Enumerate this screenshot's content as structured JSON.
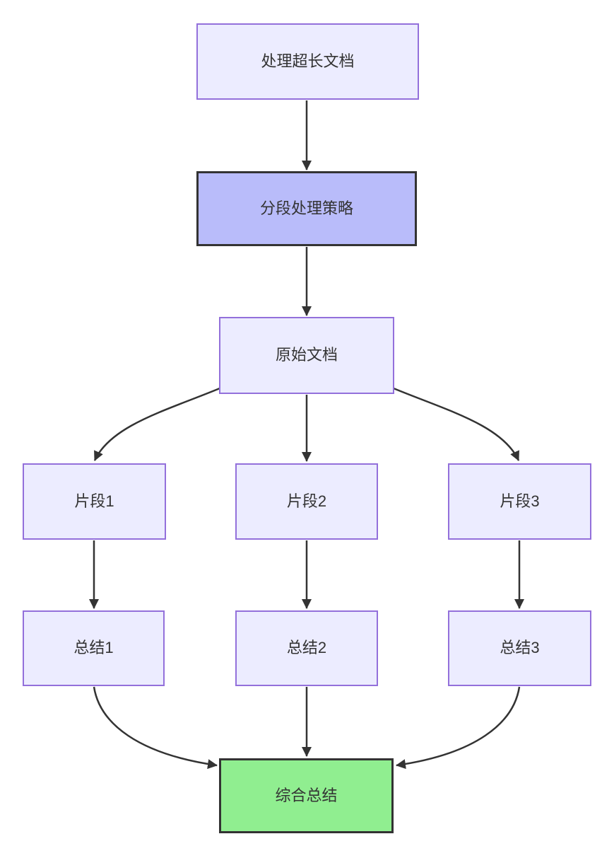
{
  "diagram": {
    "type": "flowchart",
    "direction": "top-down",
    "nodes": [
      {
        "id": "A",
        "label": "处理超长文档",
        "style": "default"
      },
      {
        "id": "B",
        "label": "分段处理策略",
        "style": "highlight-purple"
      },
      {
        "id": "C",
        "label": "原始文档",
        "style": "default"
      },
      {
        "id": "D1",
        "label": "片段1",
        "style": "default"
      },
      {
        "id": "D2",
        "label": "片段2",
        "style": "default"
      },
      {
        "id": "D3",
        "label": "片段3",
        "style": "default"
      },
      {
        "id": "E1",
        "label": "总结1",
        "style": "default"
      },
      {
        "id": "E2",
        "label": "总结2",
        "style": "default"
      },
      {
        "id": "E3",
        "label": "总结3",
        "style": "default"
      },
      {
        "id": "F",
        "label": "综合总结",
        "style": "highlight-green"
      }
    ],
    "edges": [
      {
        "from": "A",
        "to": "B"
      },
      {
        "from": "B",
        "to": "C"
      },
      {
        "from": "C",
        "to": "D1"
      },
      {
        "from": "C",
        "to": "D2"
      },
      {
        "from": "C",
        "to": "D3"
      },
      {
        "from": "D1",
        "to": "E1"
      },
      {
        "from": "D2",
        "to": "E2"
      },
      {
        "from": "D3",
        "to": "E3"
      },
      {
        "from": "E1",
        "to": "F"
      },
      {
        "from": "E2",
        "to": "F"
      },
      {
        "from": "E3",
        "to": "F"
      }
    ],
    "colors": {
      "node_fill": "#ececff",
      "node_border": "#9370db",
      "highlight_purple_fill": "#b9bcfa",
      "highlight_green_fill": "#90ee90",
      "strong_border": "#333333",
      "edge": "#333333",
      "text": "#333333",
      "background": "#ffffff"
    }
  }
}
